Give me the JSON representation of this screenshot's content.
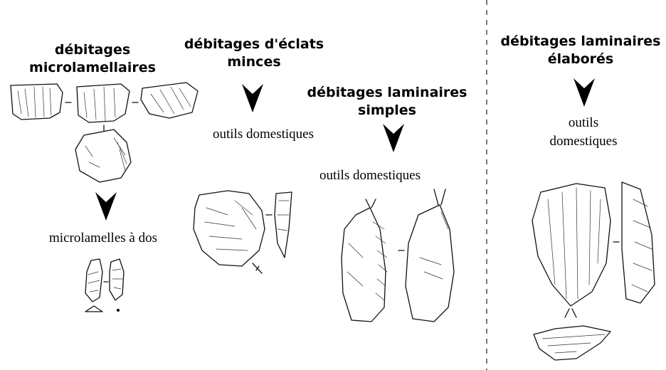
{
  "columns": [
    {
      "id": "microlamellaires",
      "heading": [
        "débitages",
        "microlamellaires"
      ],
      "caption": [
        "microlamelles à dos"
      ]
    },
    {
      "id": "eclats-minces",
      "heading": [
        "débitages d'éclats",
        "minces"
      ],
      "caption": [
        "outils domestiques"
      ]
    },
    {
      "id": "laminaires-simples",
      "heading": [
        "débitages laminaires",
        "simples"
      ],
      "caption": [
        "outils domestiques"
      ]
    },
    {
      "id": "laminaires-elabores",
      "heading": [
        "débitages laminaires",
        "élaborés"
      ],
      "caption": [
        "outils",
        "domestiques"
      ]
    }
  ],
  "colors": {
    "ink": "#000000",
    "divider": "#777777",
    "background": "#ffffff"
  }
}
